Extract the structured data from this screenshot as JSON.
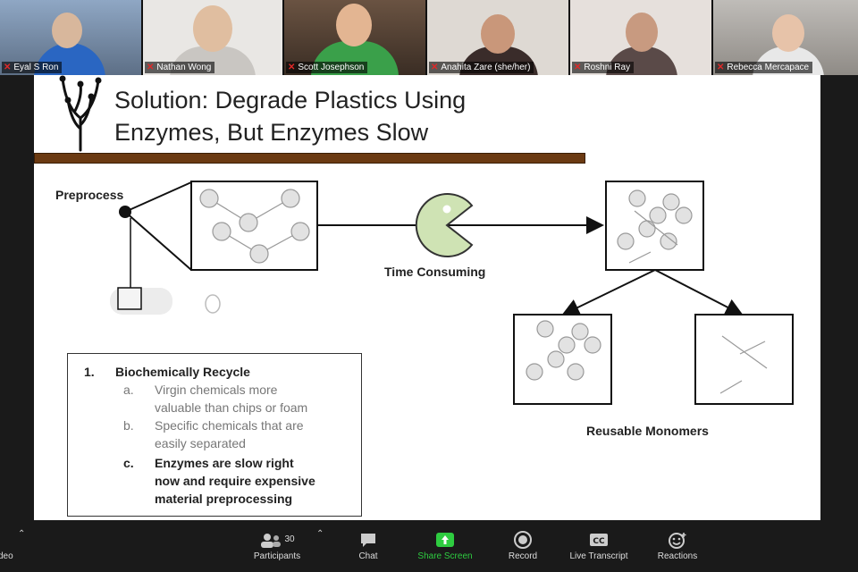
{
  "participants_gallery": [
    {
      "name": "Eyal S Ron"
    },
    {
      "name": "Nathan Wong"
    },
    {
      "name": "Scott Josephson"
    },
    {
      "name": "Anahita Zare (she/her)"
    },
    {
      "name": "Roshni Ray"
    },
    {
      "name": "Rebecca Mercapace"
    }
  ],
  "slide": {
    "title_line1": "Solution: Degrade Plastics Using",
    "title_line2": "Enzymes, But Enzymes Slow",
    "preprocess_label": "Preprocess",
    "time_label": "Time Consuming",
    "monomers_label": "Reusable Monomers",
    "list": {
      "n1": "1.",
      "heading": "Biochemically Recycle",
      "a_marker": "a.",
      "a_line1": "Virgin chemicals more",
      "a_line2": "valuable than chips or foam",
      "b_marker": "b.",
      "b_line1": "Specific chemicals that are",
      "b_line2": "easily separated",
      "c_marker": "c.",
      "c_line1": "Enzymes are slow right",
      "c_line2": "now and require expensive",
      "c_line3": "material preprocessing"
    }
  },
  "toolbar": {
    "video_label": "deo",
    "participants_label": "Participants",
    "participants_count": "30",
    "chat_label": "Chat",
    "share_label": "Share Screen",
    "record_label": "Record",
    "transcript_label": "Live Transcript",
    "reactions_label": "Reactions"
  },
  "colors": {
    "share_green": "#2ecc40",
    "pacman_green": "#cfe3b4",
    "mic_red": "#e02828",
    "title_bar": "#6b3a12"
  }
}
